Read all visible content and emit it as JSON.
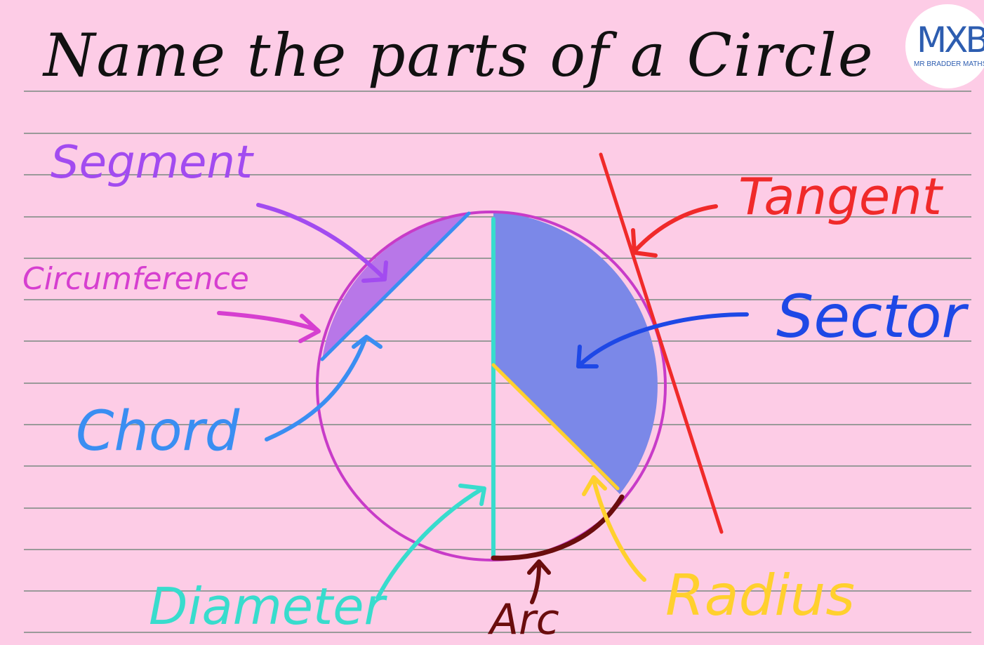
{
  "title": "Name the parts of a Circle",
  "logo": {
    "mark": "MXB",
    "text": "MR BRADDER MATHS"
  },
  "labels": {
    "segment": "Segment",
    "circumference": "Circumference",
    "chord": "Chord",
    "diameter": "Diameter",
    "arc": "Arc",
    "radius": "Radius",
    "tangent": "Tangent",
    "sector": "Sector"
  },
  "colors": {
    "background": "#fdcce6",
    "ruled_line": "#9a9a9a",
    "circle": "#c83bc8",
    "segment": "#a24bf0",
    "circumference": "#d63fd0",
    "chord": "#3a8ef2",
    "diameter": "#38dccd",
    "arc": "#6a0d0d",
    "radius": "#ffd02e",
    "tangent": "#f02a2a",
    "sector": "#1e48e6",
    "sector_fill": "#7b88e8"
  }
}
